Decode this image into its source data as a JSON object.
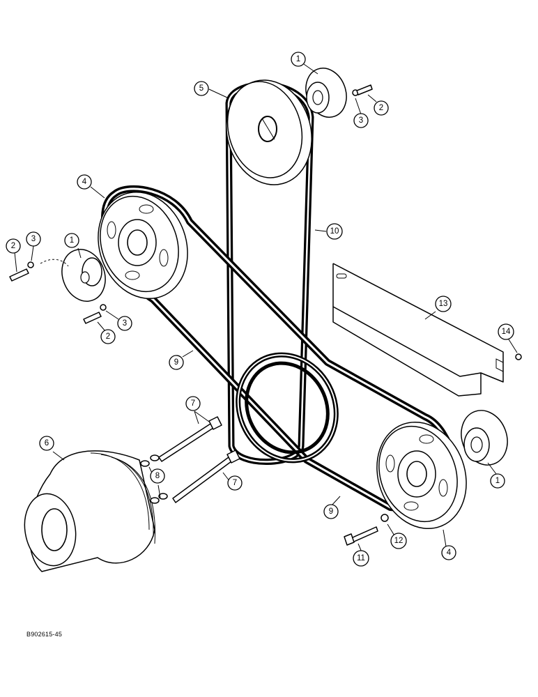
{
  "figure_id": "B902615-45",
  "callouts": [
    {
      "label": "1"
    },
    {
      "label": "2"
    },
    {
      "label": "3"
    },
    {
      "label": "5"
    },
    {
      "label": "4"
    },
    {
      "label": "1"
    },
    {
      "label": "2"
    },
    {
      "label": "3"
    },
    {
      "label": "2"
    },
    {
      "label": "3"
    },
    {
      "label": "10"
    },
    {
      "label": "13"
    },
    {
      "label": "14"
    },
    {
      "label": "9"
    },
    {
      "label": "7"
    },
    {
      "label": "6"
    },
    {
      "label": "8"
    },
    {
      "label": "7"
    },
    {
      "label": "1"
    },
    {
      "label": "9"
    },
    {
      "label": "12"
    },
    {
      "label": "11"
    },
    {
      "label": "4"
    }
  ]
}
